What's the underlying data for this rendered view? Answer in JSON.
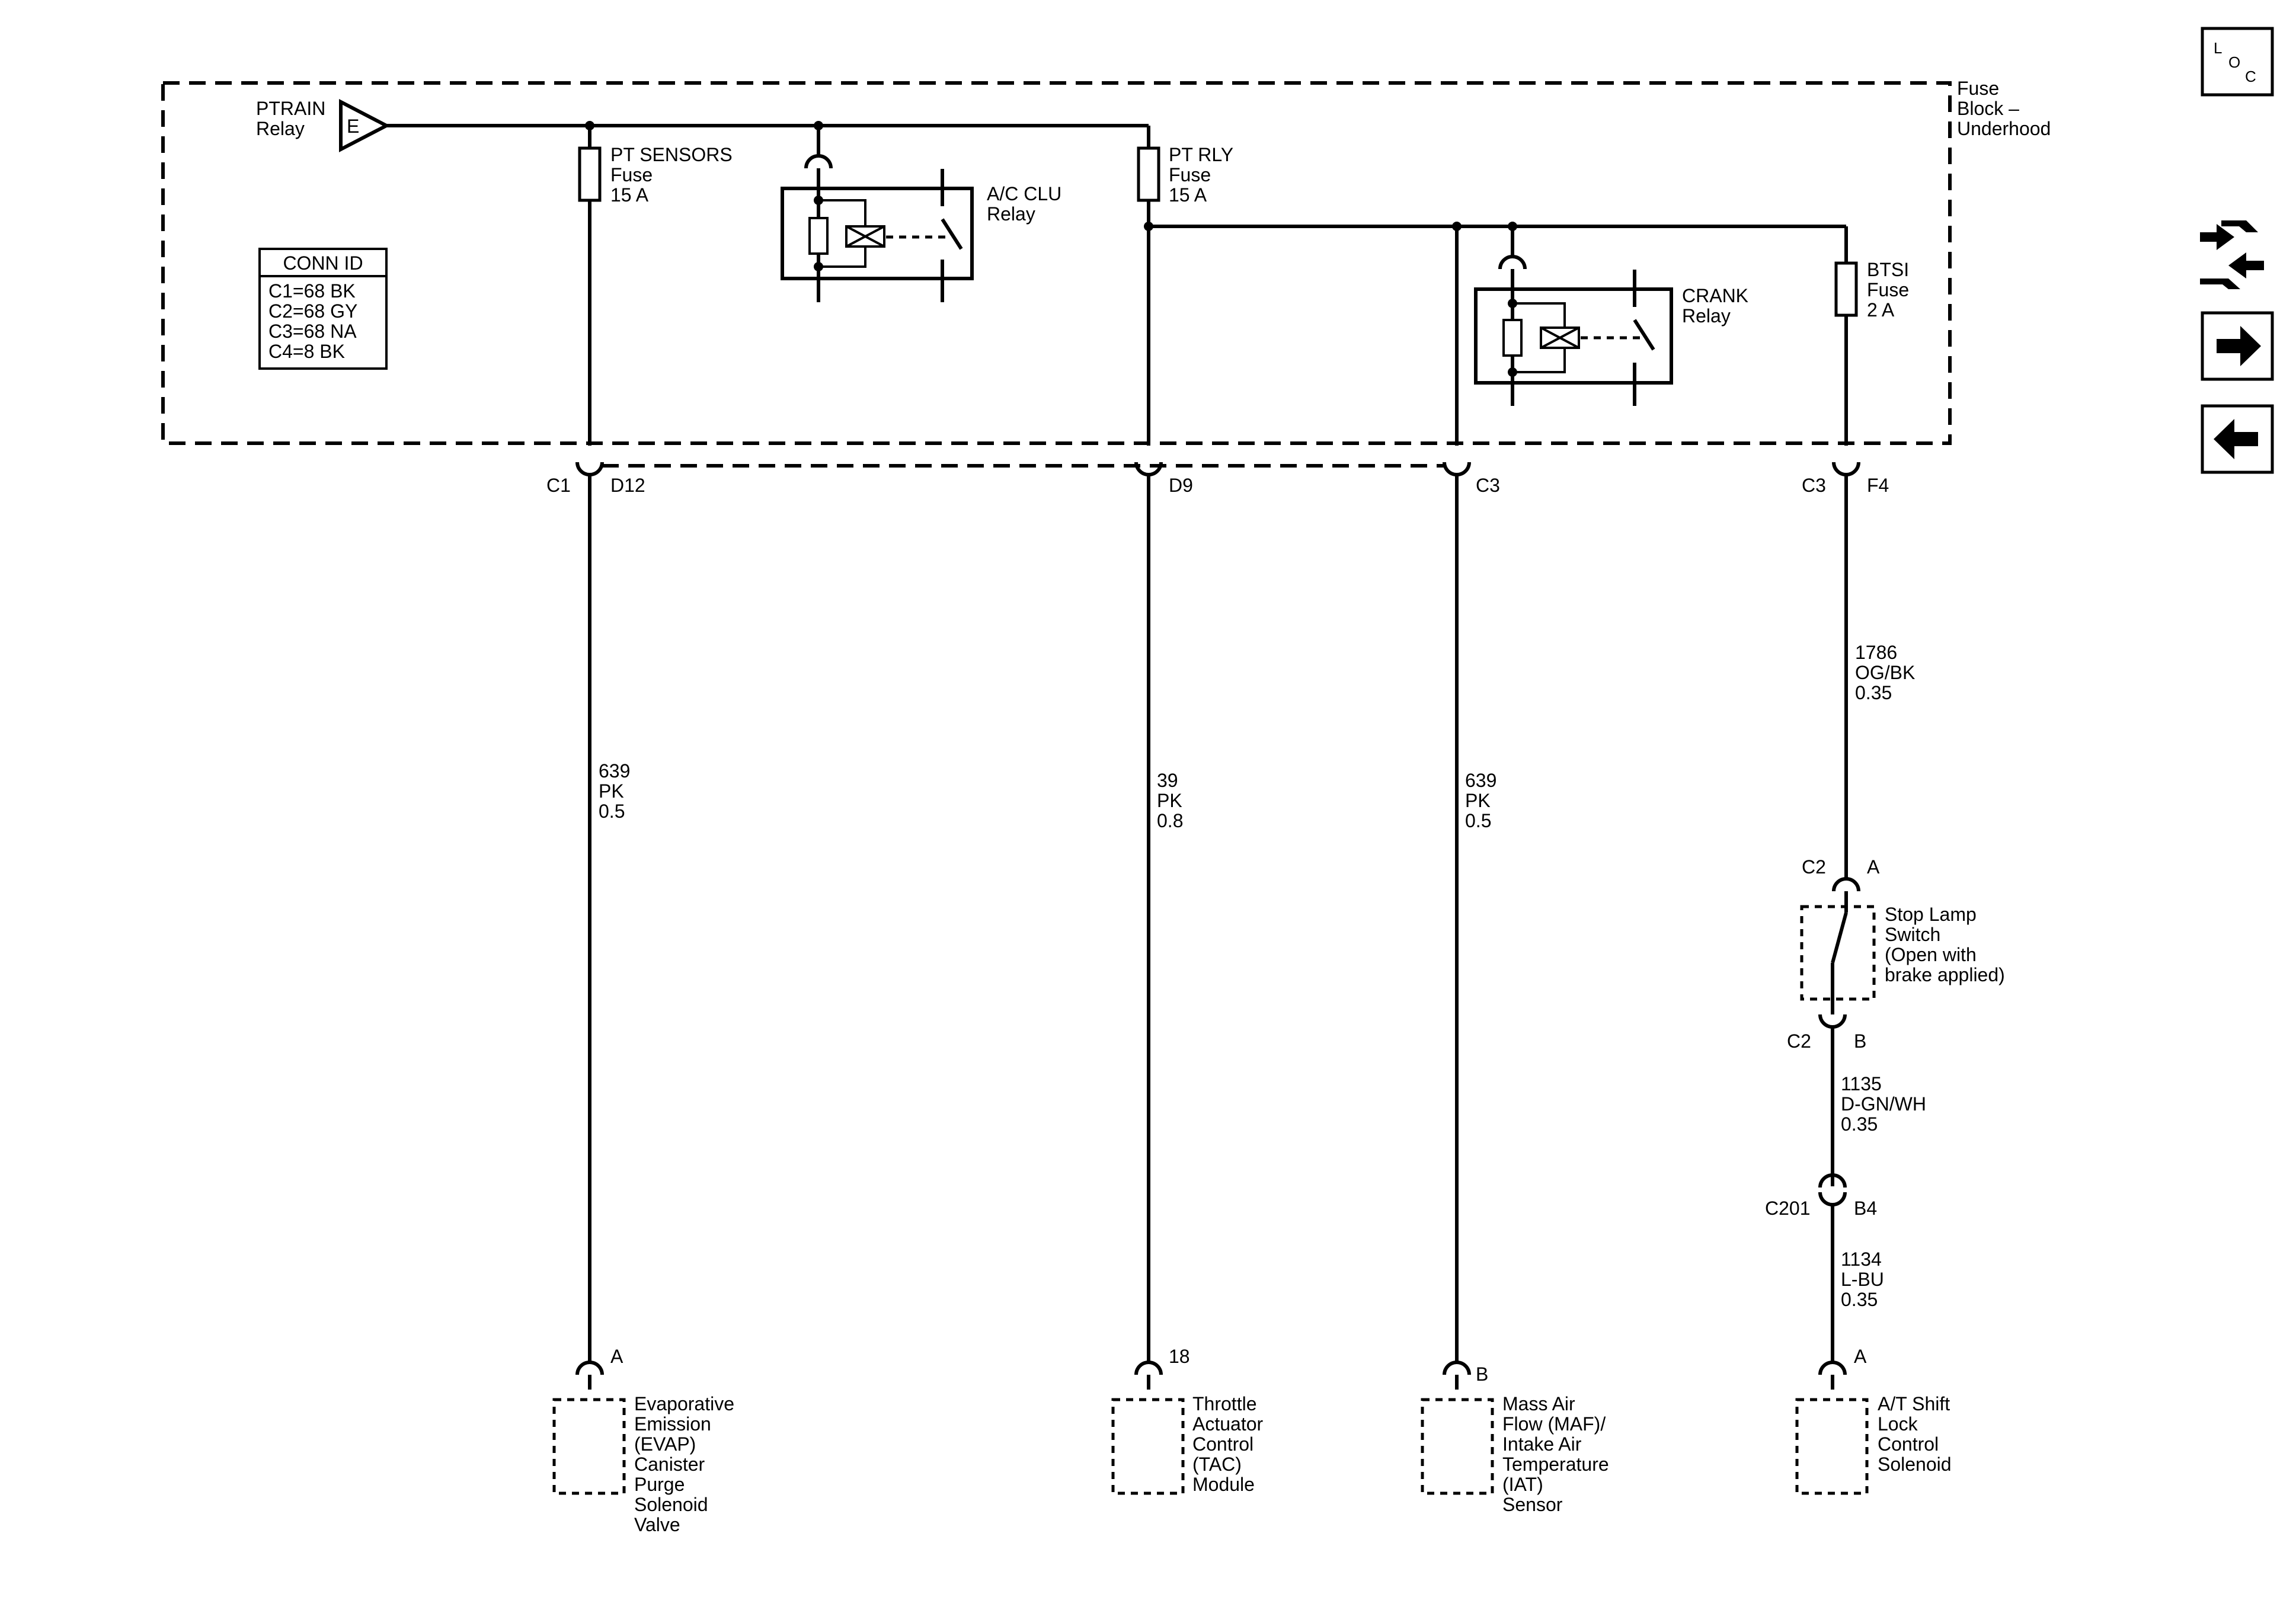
{
  "fuse_block": {
    "lines": [
      "Fuse",
      "Block –",
      "Underhood"
    ]
  },
  "ptrain": {
    "lines": [
      "PTRAIN",
      "Relay"
    ],
    "pin": "E"
  },
  "fuses": {
    "pt_sensors": [
      "PT SENSORS",
      "Fuse",
      "15 A"
    ],
    "pt_rly": [
      "PT RLY",
      "Fuse",
      "15 A"
    ],
    "btsi": [
      "BTSI",
      "Fuse",
      "2 A"
    ]
  },
  "relays": {
    "ac_clu": [
      "A/C CLU",
      "Relay"
    ],
    "crank": [
      "CRANK",
      "Relay"
    ]
  },
  "conn_id": {
    "title": "CONN ID",
    "rows": [
      "C1=68 BK",
      "C2=68 GY",
      "C3=68 NA",
      "C4=8 BK"
    ]
  },
  "connectors": {
    "c1_left": "C1",
    "c1_right": "D12",
    "d9": "D9",
    "c3_mid": "C3",
    "c3_left": "C3",
    "f4": "F4",
    "c2_top_left": "C2",
    "c2_top_right": "A",
    "c2_bot_left": "C2",
    "c2_bot_right": "B",
    "c201_left": "C201",
    "c201_right": "B4"
  },
  "wires": {
    "w1": [
      "639",
      "PK",
      "0.5"
    ],
    "w2": [
      "39",
      "PK",
      "0.8"
    ],
    "w3": [
      "639",
      "PK",
      "0.5"
    ],
    "w4": [
      "1786",
      "OG/BK",
      "0.35"
    ],
    "w5": [
      "1135",
      "D-GN/WH",
      "0.35"
    ],
    "w6": [
      "1134",
      "L-BU",
      "0.35"
    ]
  },
  "switch": {
    "lines": [
      "Stop Lamp",
      "Switch",
      "(Open with",
      "brake applied)"
    ]
  },
  "components": {
    "evap": {
      "pin": "A",
      "lines": [
        "Evaporative",
        "Emission",
        "(EVAP)",
        "Canister",
        "Purge",
        "Solenoid",
        "Valve"
      ]
    },
    "tac": {
      "pin": "18",
      "lines": [
        "Throttle",
        "Actuator",
        "Control",
        "(TAC)",
        "Module"
      ]
    },
    "maf": {
      "pin": "B",
      "lines": [
        "Mass Air",
        "Flow (MAF)/",
        "Intake Air",
        "Temperature",
        "(IAT)",
        "Sensor"
      ]
    },
    "shift": {
      "pin": "A",
      "lines": [
        "A/T Shift",
        "Lock",
        "Control",
        "Solenoid"
      ]
    }
  },
  "nav": {
    "loc_letters": [
      "L",
      "O",
      "C"
    ],
    "icons": [
      "connector-swap-icon",
      "arrow-right-icon",
      "arrow-left-icon"
    ]
  }
}
